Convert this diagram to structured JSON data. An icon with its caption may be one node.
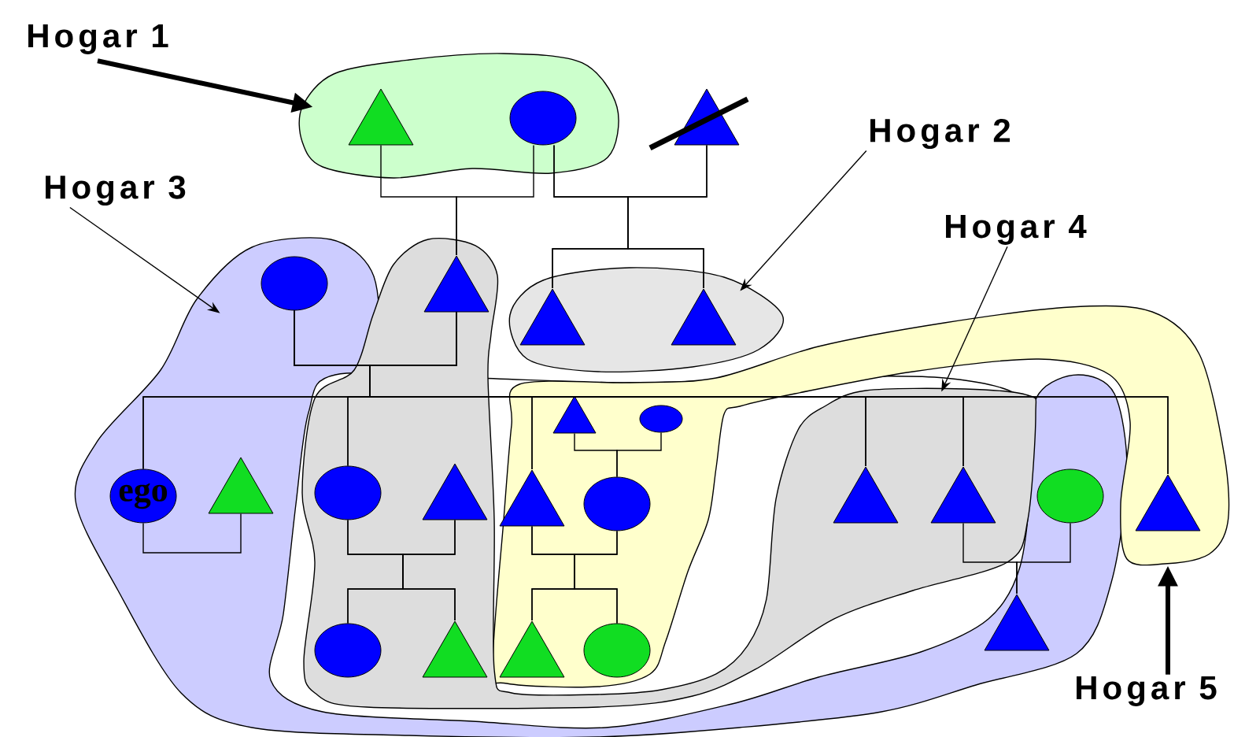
{
  "diagram": {
    "nodes": [
      {
        "text": [
          "Hogar 1"
        ]
      },
      {
        "text": [
          "Hogar 2"
        ]
      },
      {
        "text": [
          "Hogar 3"
        ]
      },
      {
        "text": [
          "Hogar 4"
        ]
      },
      {
        "text": [
          "Hogar 5"
        ]
      },
      {
        "text": [],
        "shape": "blob"
      },
      {
        "text": [],
        "shape": "blob"
      },
      {
        "text": [],
        "shape": "blob"
      },
      {
        "text": [],
        "shape": "blob"
      },
      {
        "text": [],
        "shape": "blob"
      },
      {
        "text": [],
        "shape": "triangle",
        "in": 5
      },
      {
        "text": [],
        "shape": "circle",
        "in": 5
      },
      {
        "text": [],
        "shape": "triangle"
      },
      {
        "text": [],
        "shape": "circle",
        "in": 7
      },
      {
        "text": [],
        "shape": "triangle",
        "in": 8
      },
      {
        "text": [],
        "shape": "triangle",
        "in": 6
      },
      {
        "text": [],
        "shape": "triangle",
        "in": 6
      },
      {
        "text": [
          "ego"
        ],
        "in": 7
      },
      {
        "text": [],
        "shape": "triangle",
        "in": 7
      },
      {
        "text": [],
        "shape": "circle",
        "in": 8
      },
      {
        "text": [],
        "shape": "triangle",
        "in": 8
      },
      {
        "text": [],
        "shape": "triangle",
        "in": 9
      },
      {
        "text": [],
        "shape": "circle",
        "in": 9
      },
      {
        "text": [],
        "shape": "triangle",
        "in": 9
      },
      {
        "text": [],
        "shape": "circle",
        "in": 9
      },
      {
        "text": [],
        "shape": "circle",
        "in": 8
      },
      {
        "text": [],
        "shape": "triangle",
        "in": 8
      },
      {
        "text": [],
        "shape": "triangle",
        "in": 9
      },
      {
        "text": [],
        "shape": "circle",
        "in": 9
      },
      {
        "text": [],
        "shape": "triangle",
        "in": 8
      },
      {
        "text": [],
        "shape": "triangle",
        "in": 8
      },
      {
        "text": [],
        "shape": "circle",
        "in": 7
      },
      {
        "text": [],
        "shape": "triangle",
        "in": 7
      },
      {
        "text": [],
        "shape": "triangle",
        "in": 9
      }
    ],
    "edges": [
      {
        "from": 0,
        "to": 5,
        "arrow": "to",
        "style": "thick"
      },
      {
        "from": 1,
        "to": 6,
        "arrow": "to"
      },
      {
        "from": 2,
        "to": 7,
        "arrow": "to"
      },
      {
        "from": 3,
        "to": 8,
        "arrow": "to"
      },
      {
        "from": 4,
        "to": 9,
        "arrow": "to",
        "style": "thick"
      },
      {
        "from": 10,
        "to": 14,
        "arrow": "none"
      },
      {
        "from": 11,
        "to": 14,
        "arrow": "none"
      },
      {
        "from": 11,
        "to": 15,
        "arrow": "none"
      },
      {
        "from": 11,
        "to": 16,
        "arrow": "none"
      },
      {
        "from": 12,
        "to": 15,
        "arrow": "none"
      },
      {
        "from": 12,
        "to": 16,
        "arrow": "none"
      },
      {
        "from": 13,
        "to": 17,
        "arrow": "none"
      },
      {
        "from": 13,
        "to": 19,
        "arrow": "none"
      },
      {
        "from": 13,
        "to": 23,
        "arrow": "none"
      },
      {
        "from": 13,
        "to": 29,
        "arrow": "none"
      },
      {
        "from": 13,
        "to": 30,
        "arrow": "none"
      },
      {
        "from": 13,
        "to": 33,
        "arrow": "none"
      },
      {
        "from": 14,
        "to": 17,
        "arrow": "none"
      },
      {
        "from": 14,
        "to": 19,
        "arrow": "none"
      },
      {
        "from": 14,
        "to": 23,
        "arrow": "none"
      },
      {
        "from": 14,
        "to": 29,
        "arrow": "none"
      },
      {
        "from": 14,
        "to": 30,
        "arrow": "none"
      },
      {
        "from": 14,
        "to": 33,
        "arrow": "none"
      },
      {
        "from": 17,
        "to": 18,
        "arrow": "none"
      },
      {
        "from": 19,
        "to": 25,
        "arrow": "none"
      },
      {
        "from": 19,
        "to": 26,
        "arrow": "none"
      },
      {
        "from": 20,
        "to": 25,
        "arrow": "none"
      },
      {
        "from": 20,
        "to": 26,
        "arrow": "none"
      },
      {
        "from": 21,
        "to": 24,
        "arrow": "none"
      },
      {
        "from": 22,
        "to": 24,
        "arrow": "none"
      },
      {
        "from": 23,
        "to": 27,
        "arrow": "none"
      },
      {
        "from": 23,
        "to": 28,
        "arrow": "none"
      },
      {
        "from": 24,
        "to": 27,
        "arrow": "none"
      },
      {
        "from": 24,
        "to": 28,
        "arrow": "none"
      },
      {
        "from": 30,
        "to": 32,
        "arrow": "none"
      },
      {
        "from": 31,
        "to": 32,
        "arrow": "none"
      }
    ]
  }
}
